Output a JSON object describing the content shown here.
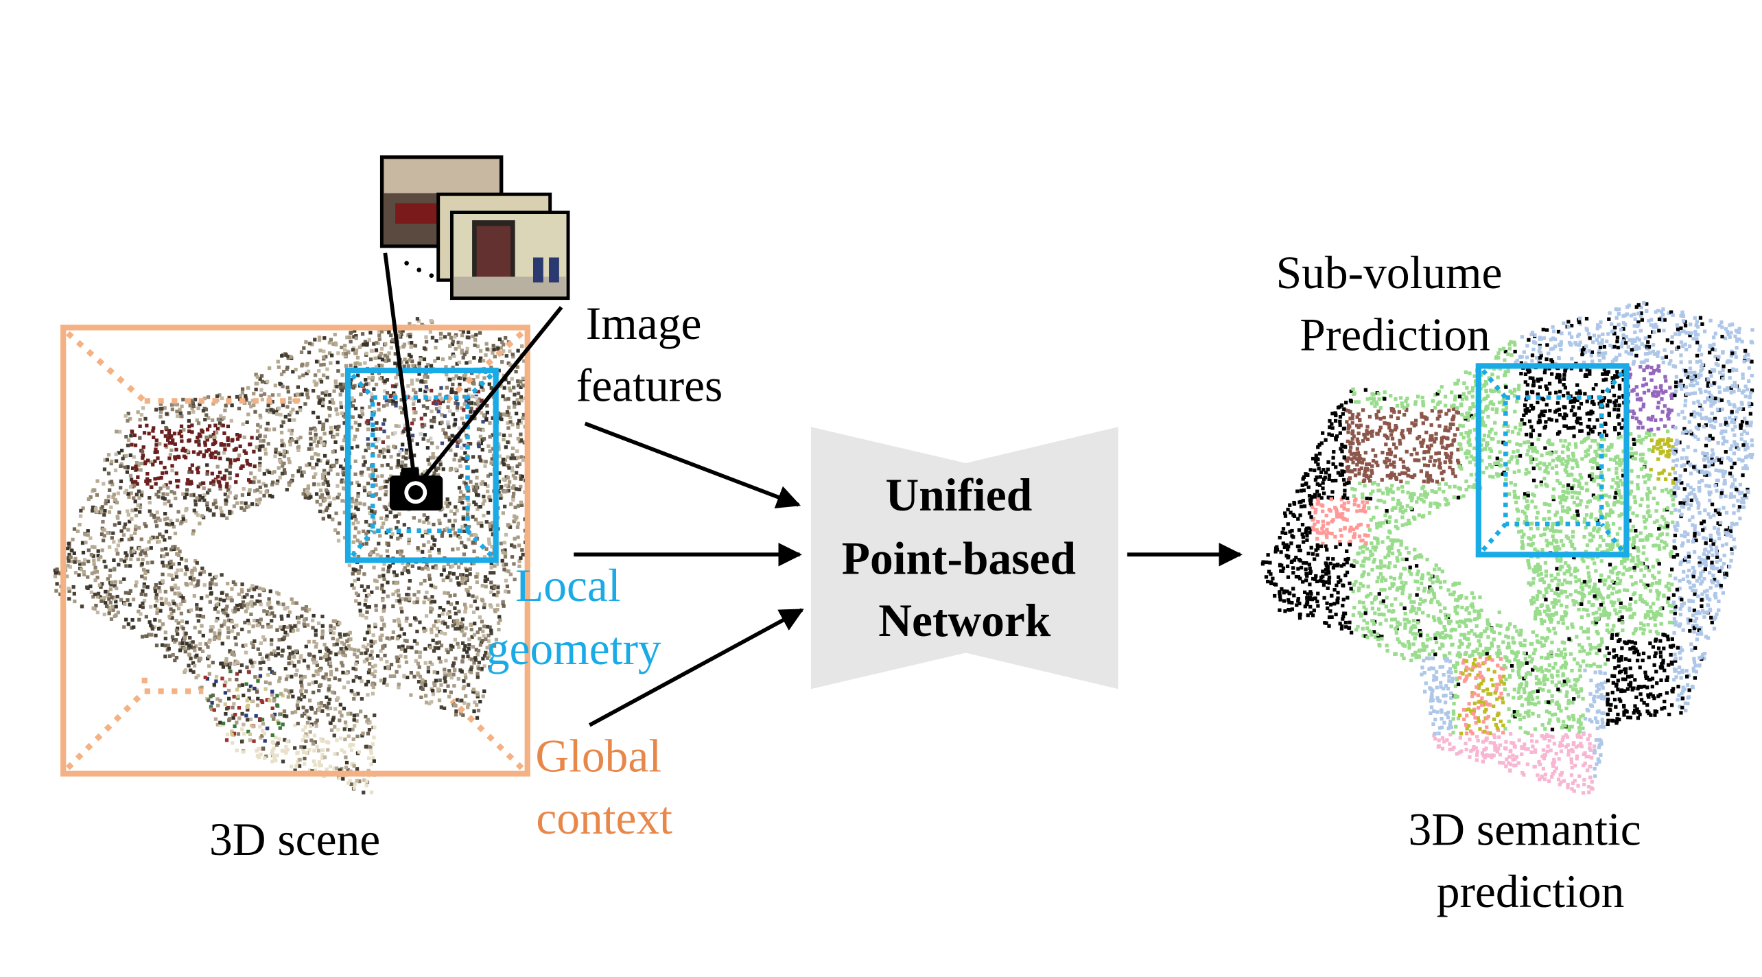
{
  "labels": {
    "image_features": [
      "Image",
      "features"
    ],
    "local_geometry": [
      "Local",
      "geometry"
    ],
    "global_context": [
      "Global",
      "context"
    ],
    "scene": "3D scene",
    "network": [
      "Unified",
      "Point-based",
      "Network"
    ],
    "subvolume": [
      "Sub-volume",
      "Prediction"
    ],
    "semantic": [
      "3D semantic",
      "prediction"
    ]
  },
  "icons": [
    "camera-icon",
    "image-frame-thumbnails"
  ],
  "colors": {
    "local": "#1aabe6",
    "global_box": "#f4b183",
    "global_text": "#e8874a",
    "network_fill": "#e6e6e6",
    "scene_palette": [
      "#4a4236",
      "#6e6352",
      "#8c7f6b",
      "#a99c86",
      "#c4b9a5",
      "#3a352b",
      "#b5a98f"
    ],
    "semantic_palette": {
      "floor": "#98dc8c",
      "wall": "#aec7e8",
      "other": "#000000",
      "sofa": "#8c564b",
      "chair": "#ff9896",
      "table": "#9467bd",
      "furniture": "#bcbd22",
      "curtain": "#f7b6d2"
    }
  }
}
